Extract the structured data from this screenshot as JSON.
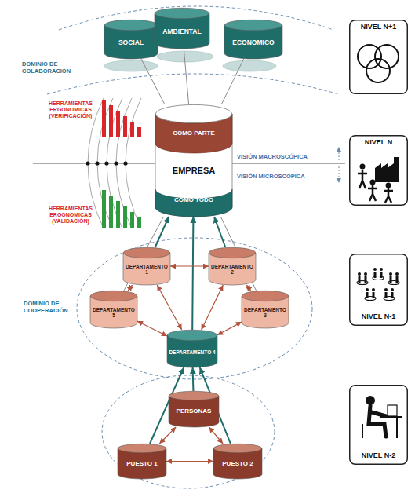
{
  "diagram": {
    "nodes": [
      {
        "text": [
          "SOCIAL"
        ]
      },
      {
        "text": [
          "AMBIENTAL"
        ]
      },
      {
        "text": [
          "ECONOMICO"
        ]
      },
      {
        "text": [
          "COMO PARTE",
          "EMPRESA",
          "COMO TODO"
        ]
      },
      {
        "text": [
          "NIVEL N+1"
        ]
      },
      {
        "text": [
          "NIVEL N"
        ]
      },
      {
        "text": [
          "DEPARTAMENTO 1"
        ]
      },
      {
        "text": [
          "DEPARTAMENTO 2"
        ]
      },
      {
        "text": [
          "DEPARTAMENTO 5"
        ]
      },
      {
        "text": [
          "DEPARTAMENTO 3"
        ]
      },
      {
        "text": [
          "DEPARTAMENTO 4"
        ]
      },
      {
        "text": [
          "NIVEL N-1"
        ]
      },
      {
        "text": [
          "PERSONAS"
        ]
      },
      {
        "text": [
          "PUESTO 1"
        ]
      },
      {
        "text": [
          "PUESTO 2"
        ]
      },
      {
        "text": [
          "NIVEL N-2"
        ]
      }
    ],
    "edges": [
      {
        "from": 0,
        "to": 3,
        "arrow": "none"
      },
      {
        "from": 1,
        "to": 3,
        "arrow": "none"
      },
      {
        "from": 2,
        "to": 3,
        "arrow": "none"
      },
      {
        "from": 6,
        "to": 3,
        "arrow": "to"
      },
      {
        "from": 7,
        "to": 3,
        "arrow": "to"
      },
      {
        "from": 10,
        "to": 3,
        "arrow": "to"
      },
      {
        "from": 8,
        "to": 3,
        "arrow": "none"
      },
      {
        "from": 9,
        "to": 3,
        "arrow": "none"
      },
      {
        "from": 6,
        "to": 7,
        "arrow": "both"
      },
      {
        "from": 6,
        "to": 8,
        "arrow": "both"
      },
      {
        "from": 7,
        "to": 9,
        "arrow": "both"
      },
      {
        "from": 6,
        "to": 10,
        "arrow": "both"
      },
      {
        "from": 7,
        "to": 10,
        "arrow": "both"
      },
      {
        "from": 8,
        "to": 10,
        "arrow": "both"
      },
      {
        "from": 9,
        "to": 10,
        "arrow": "both"
      },
      {
        "from": 12,
        "to": 10,
        "arrow": "to"
      },
      {
        "from": 13,
        "to": 10,
        "arrow": "to"
      },
      {
        "from": 14,
        "to": 10,
        "arrow": "to"
      },
      {
        "from": 12,
        "to": 13,
        "arrow": "both"
      },
      {
        "from": 12,
        "to": 14,
        "arrow": "both"
      },
      {
        "from": 13,
        "to": 14,
        "arrow": "both"
      }
    ],
    "labels": [
      "DOMINIO DE COLABORACIÓN",
      "HERRAMIENTAS ERGONOMICAS (VERIFICACIÓN)",
      "VISIÓN MACROSCÓPICA",
      "VISIÓN MICROSCÓPICA",
      "HERRAMIENTAS ERGONOMICAS (VALIDACIÓN)",
      "DOMINIO DE COOPERACIÓN"
    ]
  }
}
